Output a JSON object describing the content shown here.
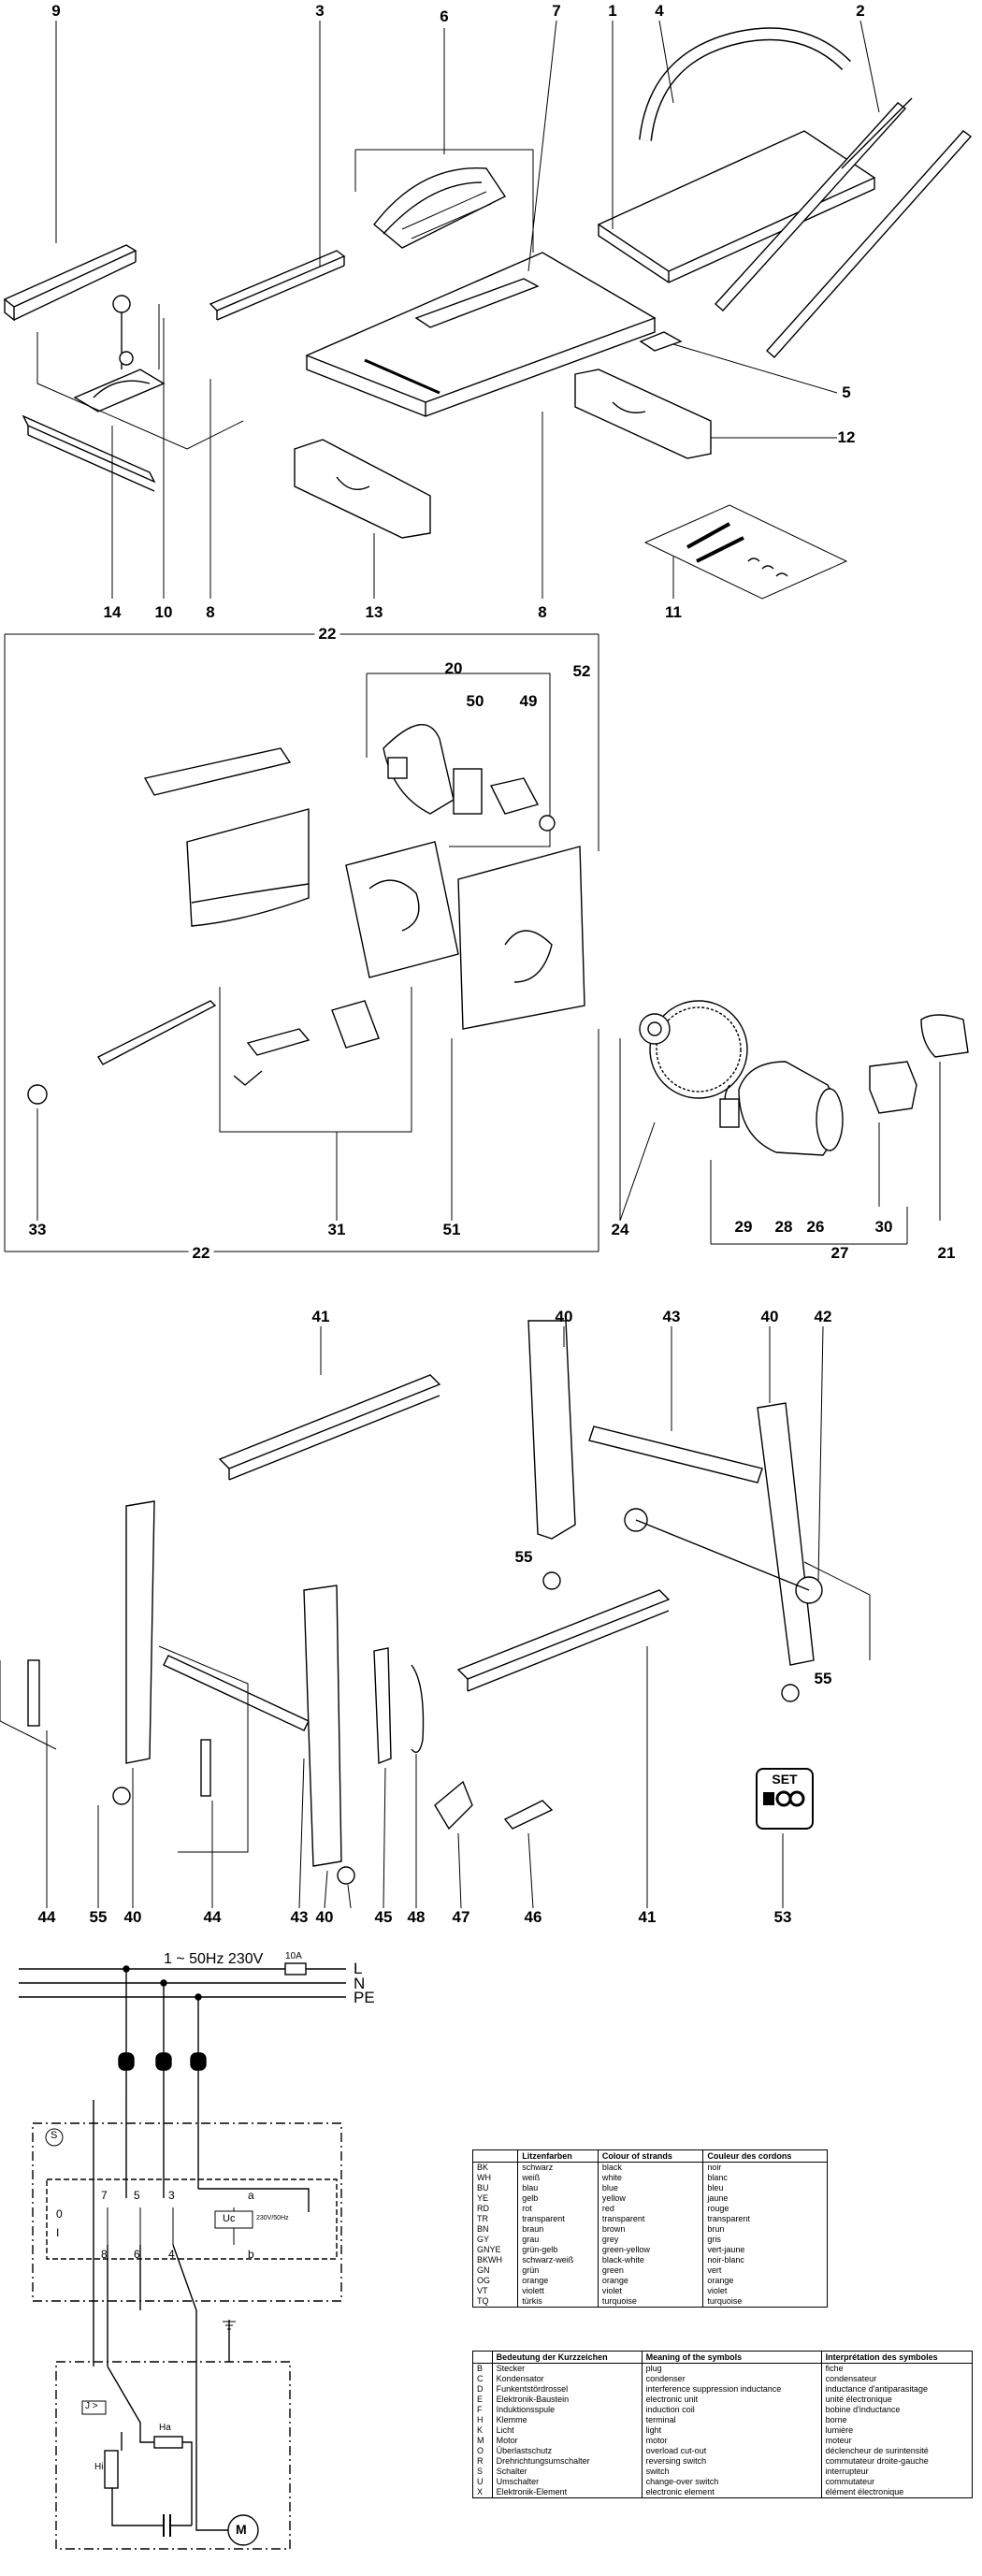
{
  "part_numbers": {
    "n9": "9",
    "n3": "3",
    "n6": "6",
    "n7": "7",
    "n1": "1",
    "n4": "4",
    "n2": "2",
    "n5": "5",
    "n12": "12",
    "n14": "14",
    "n10": "10",
    "n8a": "8",
    "n13": "13",
    "n8b": "8",
    "n11": "11",
    "n22a": "22",
    "n20": "20",
    "n50": "50",
    "n49": "49",
    "n52": "52",
    "n33": "33",
    "n31": "31",
    "n51": "51",
    "n24": "24",
    "n29": "29",
    "n28": "28",
    "n26": "26",
    "n27": "27",
    "n30": "30",
    "n21": "21",
    "n22b": "22",
    "n41a": "41",
    "n40a": "40",
    "n43a": "43",
    "n40b": "40",
    "n42": "42",
    "n55a": "55",
    "n55b": "55",
    "n44a": "44",
    "n55c": "55",
    "n40c": "40",
    "n44b": "44",
    "n43b": "43",
    "n40d": "40",
    "n45": "45",
    "n48": "48",
    "n47": "47",
    "n46": "46",
    "n41b": "41",
    "n53": "53"
  },
  "badge": {
    "text": "SET"
  },
  "wiring": {
    "supply": "1 ~ 50Hz 230V",
    "fuse": "10A",
    "L": "L",
    "N": "N",
    "PE": "PE",
    "switch": "S",
    "t7": "7",
    "t5": "5",
    "t3": "3",
    "ta": "a",
    "t8": "8",
    "t6": "6",
    "t4": "4",
    "tb": "b",
    "zero": "0",
    "one": "I",
    "uc": "Uc",
    "uc_note": "230V/50Hz",
    "j": "J >",
    "ha": "Ha",
    "hi": "Hi",
    "motor": "M"
  },
  "colors_table": {
    "headers": [
      "",
      "Litzenfarben",
      "Colour of strands",
      "Couleur des cordons"
    ],
    "rows": [
      [
        "BK",
        "schwarz",
        "black",
        "noir"
      ],
      [
        "WH",
        "weiß",
        "white",
        "blanc"
      ],
      [
        "BU",
        "blau",
        "blue",
        "bleu"
      ],
      [
        "YE",
        "gelb",
        "yellow",
        "jaune"
      ],
      [
        "RD",
        "rot",
        "red",
        "rouge"
      ],
      [
        "TR",
        "transparent",
        "transparent",
        "transparent"
      ],
      [
        "BN",
        "braun",
        "brown",
        "brun"
      ],
      [
        "GY",
        "grau",
        "grey",
        "gris"
      ],
      [
        "GNYE",
        "grün-gelb",
        "green-yellow",
        "vert-jaune"
      ],
      [
        "BKWH",
        "schwarz-weiß",
        "black-white",
        "noir-blanc"
      ],
      [
        "GN",
        "grün",
        "green",
        "vert"
      ],
      [
        "OG",
        "orange",
        "orange",
        "orange"
      ],
      [
        "VT",
        "violett",
        "violet",
        "violet"
      ],
      [
        "TQ",
        "türkis",
        "turquoise",
        "turquoise"
      ]
    ]
  },
  "symbols_table": {
    "headers": [
      "",
      "Bedeutung der Kurzzeichen",
      "Meaning of the symbols",
      "Interprétation des symboles"
    ],
    "rows": [
      [
        "B",
        "Stecker",
        "plug",
        "fiche"
      ],
      [
        "C",
        "Kondensator",
        "condenser",
        "condensateur"
      ],
      [
        "D",
        "Funkentstördrossel",
        "interference suppression inductance",
        "inductance d'antiparasitage"
      ],
      [
        "E",
        "Elektronik-Baustein",
        "electronic unit",
        "unité électronique"
      ],
      [
        "F",
        "Induktionsspule",
        "induction coil",
        "bobine d'inductance"
      ],
      [
        "H",
        "Klemme",
        "terminal",
        "borne"
      ],
      [
        "K",
        "Licht",
        "light",
        "lumière"
      ],
      [
        "M",
        "Motor",
        "motor",
        "moteur"
      ],
      [
        "O",
        "Überlastschutz",
        "overload cut-out",
        "déclencheur de surintensité"
      ],
      [
        "R",
        "Drehrichtungsumschalter",
        "reversing switch",
        "commutateur droite-gauche"
      ],
      [
        "S",
        "Schalter",
        "switch",
        "interrupteur"
      ],
      [
        "U",
        "Umschalter",
        "change-over switch",
        "commutateur"
      ],
      [
        "X",
        "Elektronik-Element",
        "electronic element",
        "élément électronique"
      ]
    ]
  }
}
